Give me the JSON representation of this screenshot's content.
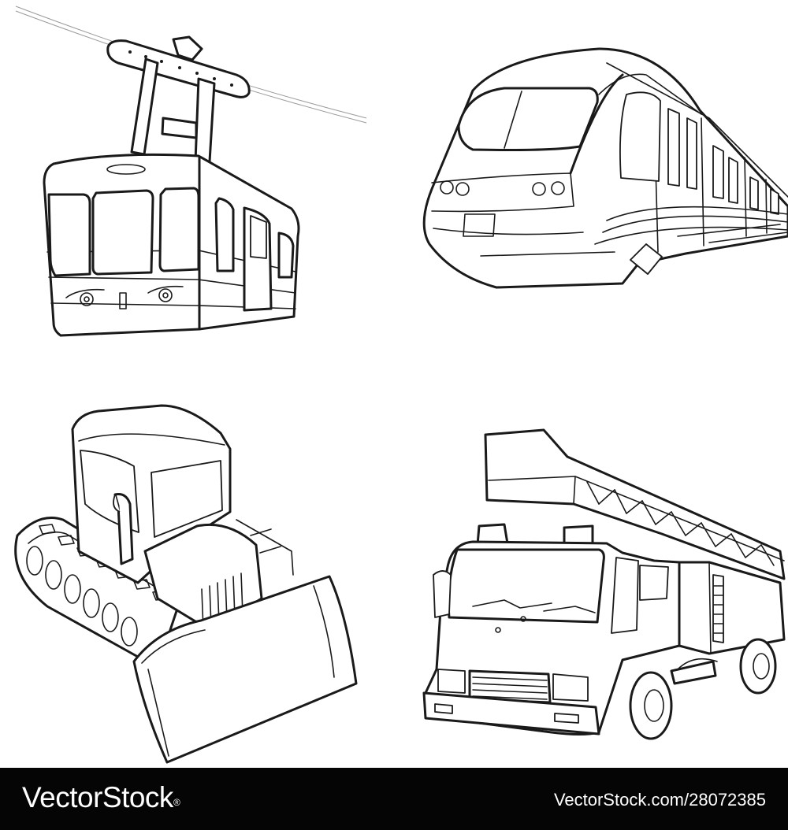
{
  "footer": {
    "brand": "VectorStock",
    "registered_mark": "®",
    "credit": "VectorStock.com/28072385"
  },
  "illustrations": [
    {
      "name": "cable-car",
      "icon": "cable-car-icon"
    },
    {
      "name": "high-speed-train",
      "icon": "train-icon"
    },
    {
      "name": "bulldozer",
      "icon": "bulldozer-icon"
    },
    {
      "name": "fire-truck",
      "icon": "fire-truck-icon"
    }
  ],
  "colors": {
    "background": "#ffffff",
    "line": "#1a1a1a",
    "footer_bg": "#050505",
    "footer_text": "#ffffff"
  }
}
